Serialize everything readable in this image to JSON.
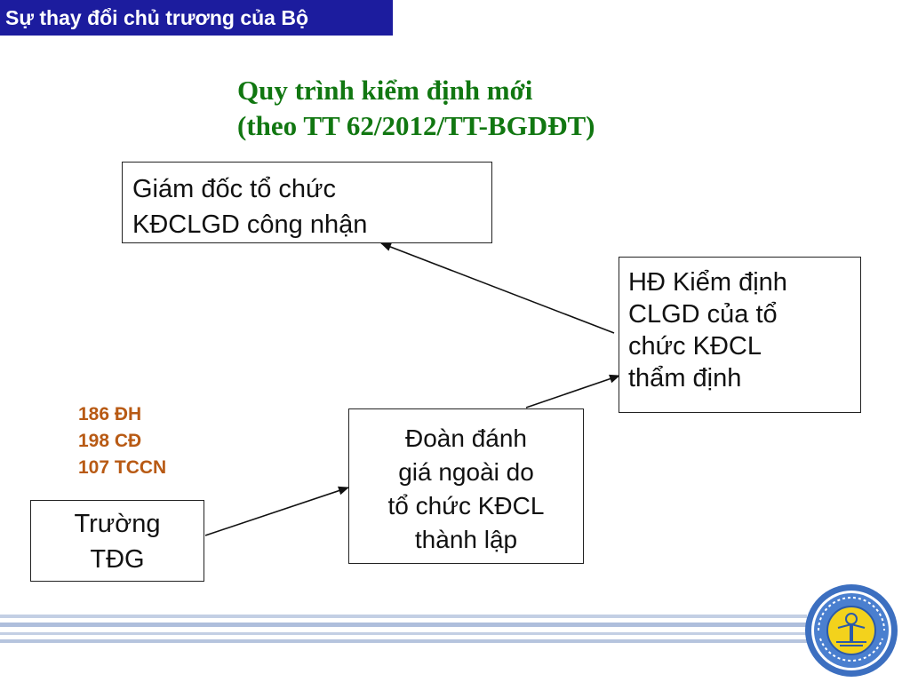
{
  "header": {
    "label": "Sự thay đổi chủ trương của Bộ"
  },
  "title": {
    "line1": "Quy trình kiểm định mới",
    "line2": "(theo TT 62/2012/TT-BGDĐT)"
  },
  "boxes": {
    "director": {
      "lines": [
        "Giám đốc tổ chức",
        "KĐCLGD công nhận"
      ]
    },
    "council": {
      "lines": [
        "HĐ Kiểm định",
        "CLGD của tổ",
        "chức KĐCL",
        "thẩm định"
      ]
    },
    "team": {
      "lines": [
        "Đoàn đánh",
        "giá ngoài do",
        "tổ chức KĐCL",
        "thành lập"
      ]
    },
    "school": {
      "lines": [
        "Trường",
        "TĐG"
      ]
    }
  },
  "stats": [
    "186 ĐH",
    "198 CĐ",
    "107 TCCN"
  ],
  "colors": {
    "header_bg": "#1c1c9e",
    "title": "#117711",
    "stats": "#b85a14",
    "footer_line": "#b6c4de",
    "seal_ring": "#3c6fc0",
    "seal_center": "#f3d21c"
  }
}
